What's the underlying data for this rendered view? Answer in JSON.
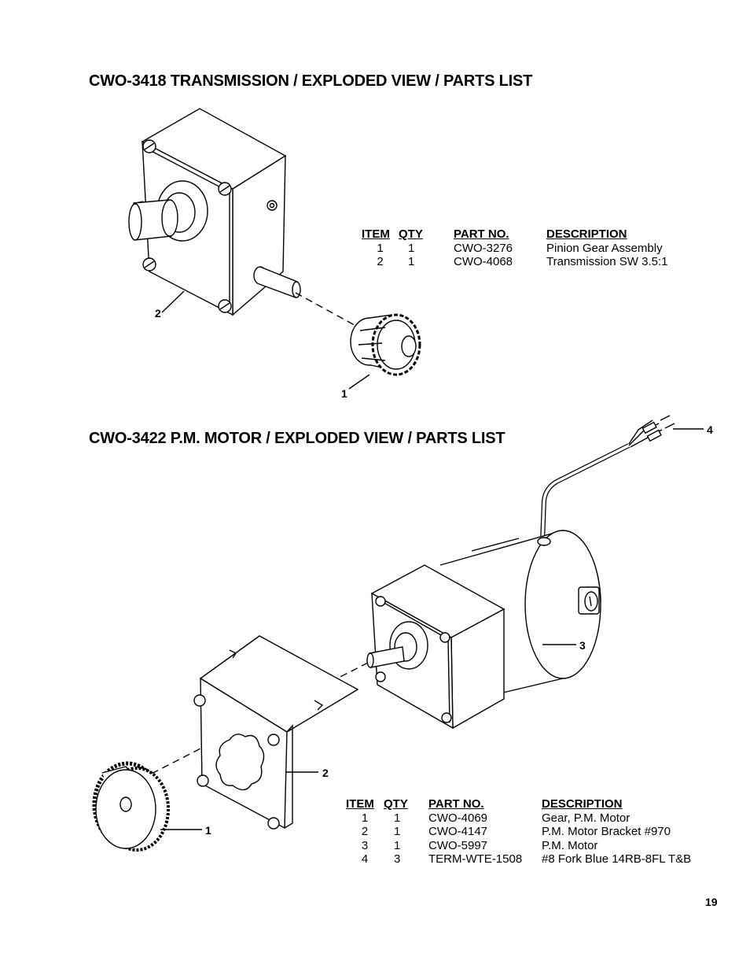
{
  "sections": [
    {
      "title": "CWO-3418 TRANSMISSION / EXPLODED VIEW / PARTS LIST",
      "headers": [
        "ITEM",
        "QTY",
        "PART NO.",
        "DESCRIPTION"
      ],
      "rows": [
        {
          "item": "1",
          "qty": "1",
          "part_no": "CWO-3276",
          "description": "Pinion Gear Assembly"
        },
        {
          "item": "2",
          "qty": "1",
          "part_no": "CWO-4068",
          "description": "Transmission SW 3.5:1"
        }
      ],
      "callouts": [
        "1",
        "2"
      ]
    },
    {
      "title": "CWO-3422 P.M. MOTOR / EXPLODED VIEW / PARTS LIST",
      "headers": [
        "ITEM",
        "QTY",
        "PART NO.",
        "DESCRIPTION"
      ],
      "rows": [
        {
          "item": "1",
          "qty": "1",
          "part_no": "CWO-4069",
          "description": "Gear, P.M. Motor"
        },
        {
          "item": "2",
          "qty": "1",
          "part_no": "CWO-4147",
          "description": "P.M. Motor Bracket #970"
        },
        {
          "item": "3",
          "qty": "1",
          "part_no": "CWO-5997",
          "description": "P.M. Motor"
        },
        {
          "item": "4",
          "qty": "3",
          "part_no": "TERM-WTE-1508",
          "description": "#8 Fork Blue 14RB-8FL T&B"
        }
      ],
      "callouts": [
        "1",
        "2",
        "3",
        "4"
      ]
    }
  ],
  "page_number": "19"
}
